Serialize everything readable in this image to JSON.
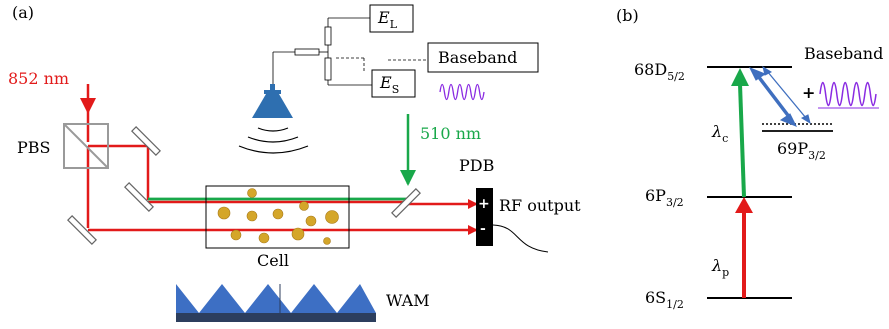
{
  "panel_a": {
    "panel_label": "(a)",
    "laser_852": "852 nm",
    "laser_510": "510 nm",
    "pbs": "PBS",
    "pdb": "PDB",
    "rf_output": "RF output",
    "cell": "Cell",
    "wam": "WAM",
    "baseband": "Baseband",
    "e_l_main": "E",
    "e_l_sub": "L",
    "e_s_main": "E",
    "e_s_sub": "S",
    "plus": "+",
    "minus": "-"
  },
  "panel_b": {
    "panel_label": "(b)",
    "levels": [
      {
        "main": "68D",
        "sub": "5/2"
      },
      {
        "main": "69P",
        "sub": "3/2"
      },
      {
        "main": "6P",
        "sub": "3/2"
      },
      {
        "main": "6S",
        "sub": "1/2"
      }
    ],
    "lambda_c_main": "λ",
    "lambda_c_sub": "c",
    "lambda_p_main": "λ",
    "lambda_p_sub": "p",
    "baseband": "Baseband",
    "plus": "+"
  },
  "colors": {
    "probe": "#e21a1a",
    "coupling": "#19a84a",
    "antenna": "#2e6fb0",
    "rf_arrow": "#3f6fbf",
    "baseband_wave": "#8a2be2",
    "wam_blue": "#3d6fc4",
    "wam_base": "#2c3e5e",
    "particles": "#d4a62a"
  },
  "icons": [
    "horn-antenna-icon",
    "resistor-icon",
    "mirror-icon",
    "wave-icon"
  ]
}
